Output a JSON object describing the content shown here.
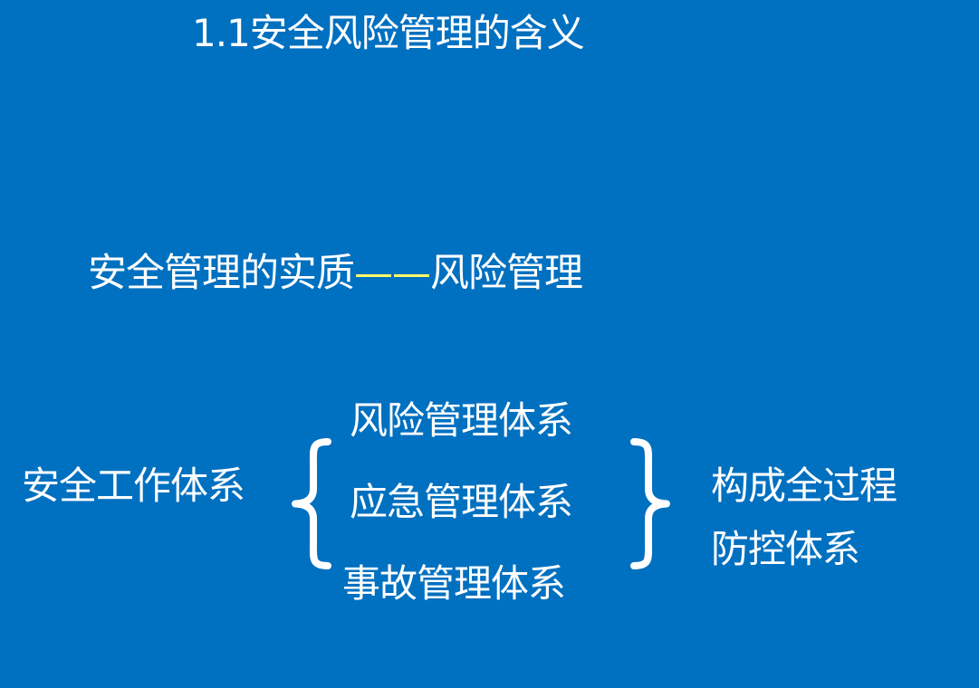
{
  "title": "1.1安全风险管理的含义",
  "headline": {
    "left": "安全管理的实质",
    "dash": "——",
    "right": "风险管理"
  },
  "work_system": "安全工作体系",
  "subsystems": [
    "风险管理体系",
    "应急管理体系",
    "事故管理体系"
  ],
  "result": {
    "line1": "构成全过程",
    "line2": "防控体系"
  },
  "colors": {
    "background": "#0070C0",
    "text": "#FFFFFF",
    "dash": "#FFFF66"
  }
}
